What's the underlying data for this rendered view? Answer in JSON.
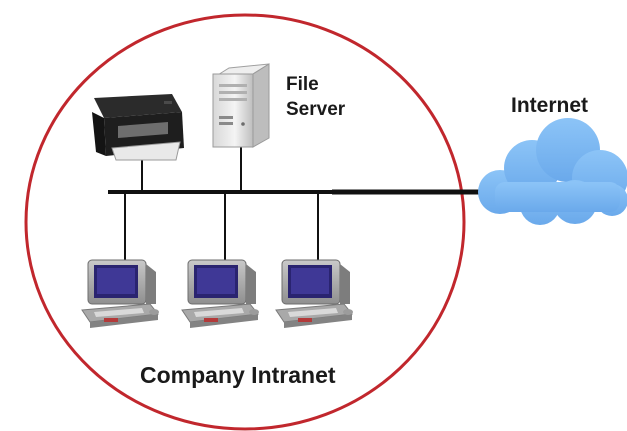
{
  "labels": {
    "file_server": [
      "File",
      "Server"
    ],
    "internet": "Internet",
    "company_intranet": "Company Intranet"
  },
  "nodes": {
    "printer": "printer-icon",
    "file_server": "file-server-icon",
    "computers": [
      "computer-icon",
      "computer-icon",
      "computer-icon"
    ],
    "internet": "cloud-icon"
  },
  "colors": {
    "boundary": "#c1272d",
    "cloud": "#7db8f0",
    "bus": "#111111",
    "label_text": "#1a1a1a"
  }
}
